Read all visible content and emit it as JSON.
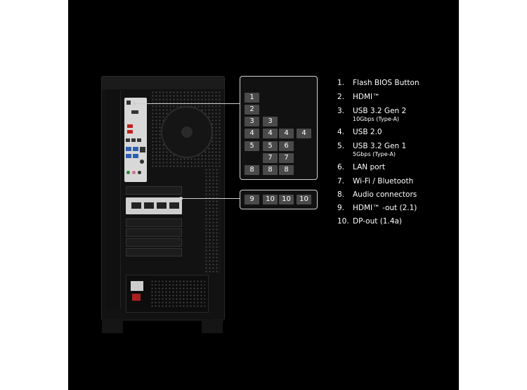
{
  "legend": [
    {
      "num": "1.",
      "text": "Flash BIOS Button"
    },
    {
      "num": "2.",
      "text": "HDMI™"
    },
    {
      "num": "3.",
      "text": "USB 3.2 Gen 2",
      "sub": "10Gbps (Type-A)"
    },
    {
      "num": "4.",
      "text": "USB 2.0"
    },
    {
      "num": "5.",
      "text": "USB 3.2 Gen 1",
      "sub": "5Gbps (Type-A)"
    },
    {
      "num": "6.",
      "text": "LAN port"
    },
    {
      "num": "7.",
      "text": "Wi-Fi / Bluetooth"
    },
    {
      "num": "8.",
      "text": "Audio connectors"
    },
    {
      "num": "9.",
      "text": "HDMI™ -out (2.1)"
    },
    {
      "num": "10.",
      "text": "DP-out (1.4a)"
    }
  ],
  "io_callout": {
    "labels": [
      "1",
      "2",
      "3",
      "3",
      "4",
      "4",
      "4",
      "4",
      "5",
      "5",
      "6",
      "7",
      "7",
      "8",
      "8",
      "8"
    ]
  },
  "gpu_callout": {
    "labels": [
      "9",
      "10",
      "10",
      "10"
    ]
  },
  "colors": {
    "background": "#000000",
    "frame": "#ffffff",
    "number_tile": "#4a4a4a",
    "text": "#ffffff"
  }
}
